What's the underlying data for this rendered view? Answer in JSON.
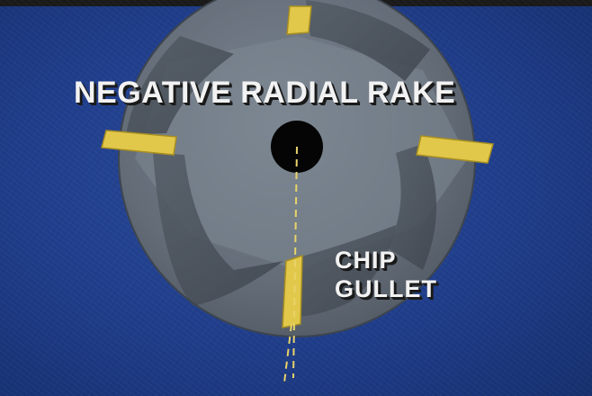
{
  "diagram": {
    "title": "NEGATIVE RADIAL RAKE",
    "annotation_line1": "CHIP",
    "annotation_line2": "GULLET"
  },
  "colors": {
    "background": "#1f3d8a",
    "cutter_body": "#6a7480",
    "gullet": "#4a525c",
    "insert": "#e2c84a",
    "center_hole": "#050505",
    "reference_line": "#e8d36a"
  },
  "elements": {
    "insert_count": 4,
    "rake_type": "negative radial"
  }
}
